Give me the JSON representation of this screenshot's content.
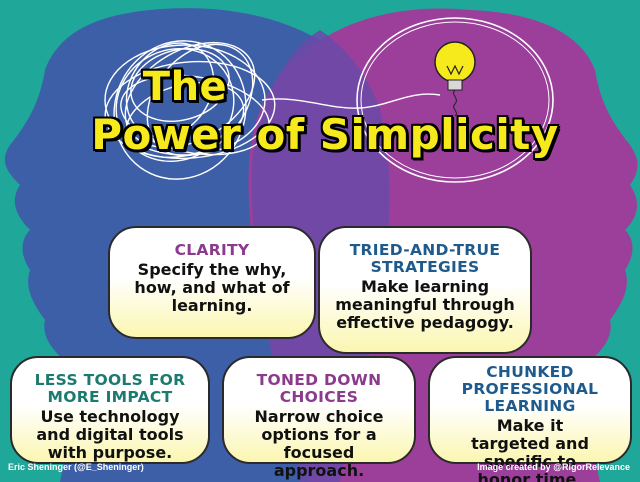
{
  "title": {
    "line1": "The",
    "line2": "Power of Simplicity"
  },
  "cards": [
    {
      "heading": "CLARITY",
      "body": "Specify the why, how, and what of learning."
    },
    {
      "heading": "TRIED-AND-TRUE STRATEGIES",
      "body": "Make learning meaningful through effective pedagogy."
    },
    {
      "heading": "LESS TOOLS FOR MORE IMPACT",
      "body": "Use technology and digital tools with purpose."
    },
    {
      "heading": "TONED DOWN CHOICES",
      "body": "Narrow choice options for a focused approach."
    },
    {
      "heading": "CHUNKED PROFESSIONAL LEARNING",
      "body": "Make it targeted and specific to honor time."
    }
  ],
  "credits": {
    "left": "Eric Sheninger (@E_Sheninger)",
    "right": "Image created by @RigorRelevance"
  },
  "colors": {
    "background": "#1fa89a",
    "left_head": "#3d5fa8",
    "right_head": "#9b3f9b",
    "title": "#f7ea1c"
  }
}
